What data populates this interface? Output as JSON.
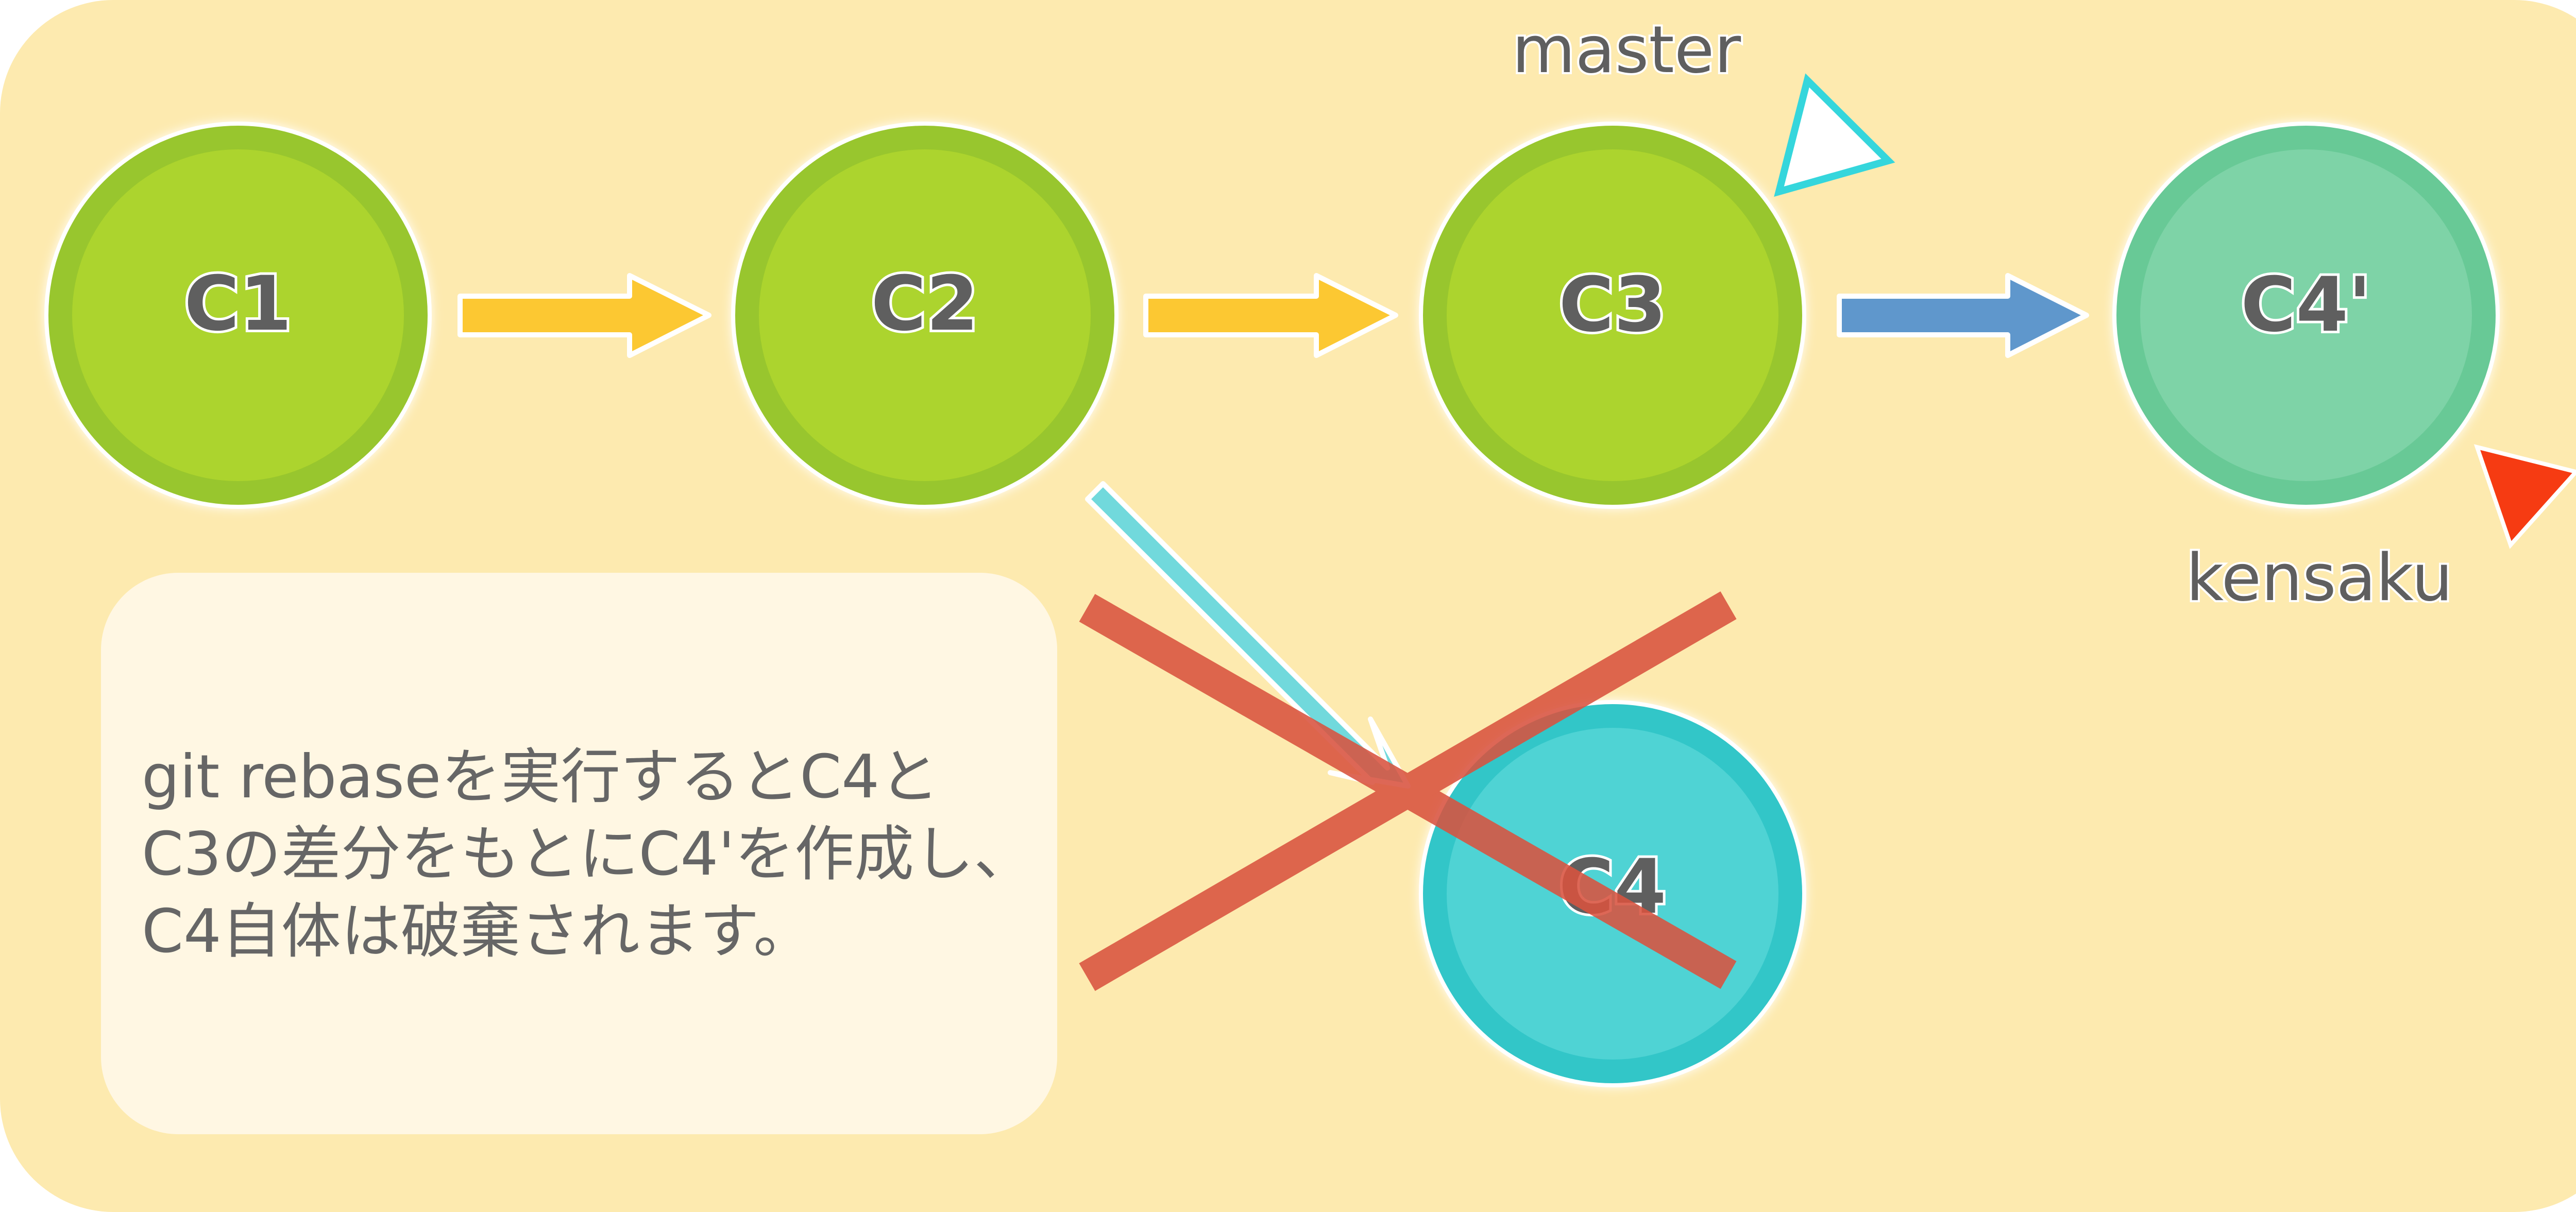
{
  "colors": {
    "background": "#fdeaaf",
    "note_background": "#fff7e3",
    "commit_green": "#acd42d",
    "commit_green_ring": "#98c62d",
    "commit_mint": "#7ed3a7",
    "commit_mint_ring": "#68c996",
    "commit_teal": "#4fd3d4",
    "commit_teal_ring": "#33c6c8",
    "arrow_yellow": "#fcc832",
    "arrow_blue": "#5f97cc",
    "arrow_cyan": "#71d9dc",
    "cross_red": "#d9533f",
    "pointer_cyan": "#35d6dc",
    "pointer_red": "#f63b12"
  },
  "commits": {
    "c1": "C1",
    "c2": "C2",
    "c3": "C3",
    "c4_new": "C4'",
    "c4_old": "C4"
  },
  "branches": {
    "master": "master",
    "kensaku": "kensaku"
  },
  "note": {
    "lines": [
      "git rebaseを実行するとC4と",
      "C3の差分をもとにC4'を作成し、",
      "C4自体は破棄されます。"
    ]
  }
}
